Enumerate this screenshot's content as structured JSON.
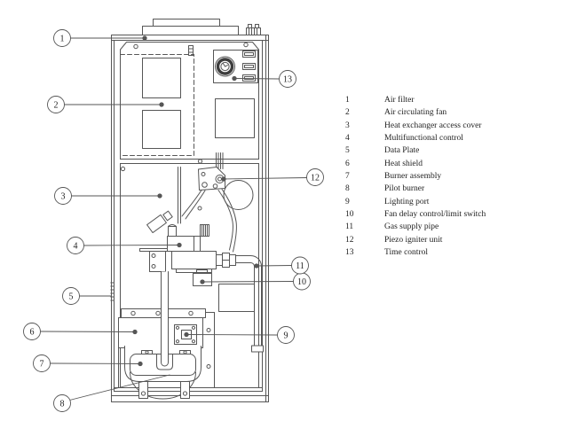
{
  "diagram_title": "",
  "parts": [
    {
      "num": "1",
      "label": "Air filter"
    },
    {
      "num": "2",
      "label": "Air circulating fan"
    },
    {
      "num": "3",
      "label": "Heat exchanger access cover"
    },
    {
      "num": "4",
      "label": "Multifunctional control"
    },
    {
      "num": "5",
      "label": "Data Plate"
    },
    {
      "num": "6",
      "label": "Heat shield"
    },
    {
      "num": "7",
      "label": "Burner assembly"
    },
    {
      "num": "8",
      "label": "Pilot burner"
    },
    {
      "num": "9",
      "label": "Lighting port"
    },
    {
      "num": "10",
      "label": "Fan delay control/limit switch"
    },
    {
      "num": "11",
      "label": "Gas supply pipe"
    },
    {
      "num": "12",
      "label": "Piezo igniter unit"
    },
    {
      "num": "13",
      "label": "Time control"
    }
  ],
  "colors": {
    "line": "#565656",
    "text": "#222222",
    "background": "#ffffff",
    "dial_ring": "#3d3d3d"
  }
}
